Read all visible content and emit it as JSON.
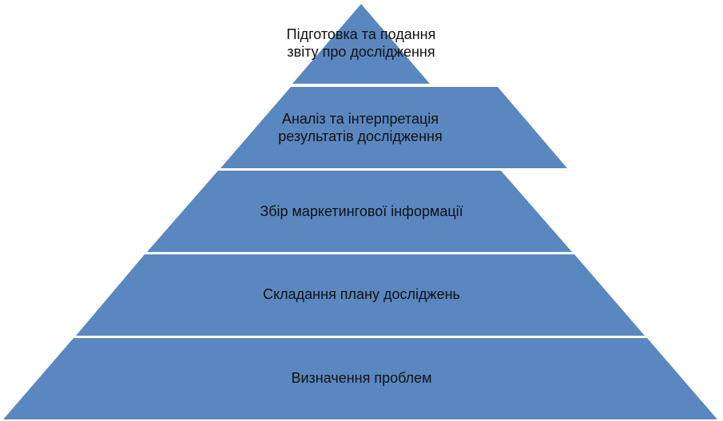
{
  "diagram": {
    "fill_color": "#5b87c0",
    "separator_color": "#ffffff",
    "text_color": "#111111",
    "levels": [
      {
        "label": "Підготовка та подання звіту про дослідження"
      },
      {
        "label": "Аналіз та інтерпретація результатів дослідження"
      },
      {
        "label": "Збір маркетингової інформації"
      },
      {
        "label": "Складання плану досліджень"
      },
      {
        "label": "Визначення проблем"
      }
    ]
  }
}
